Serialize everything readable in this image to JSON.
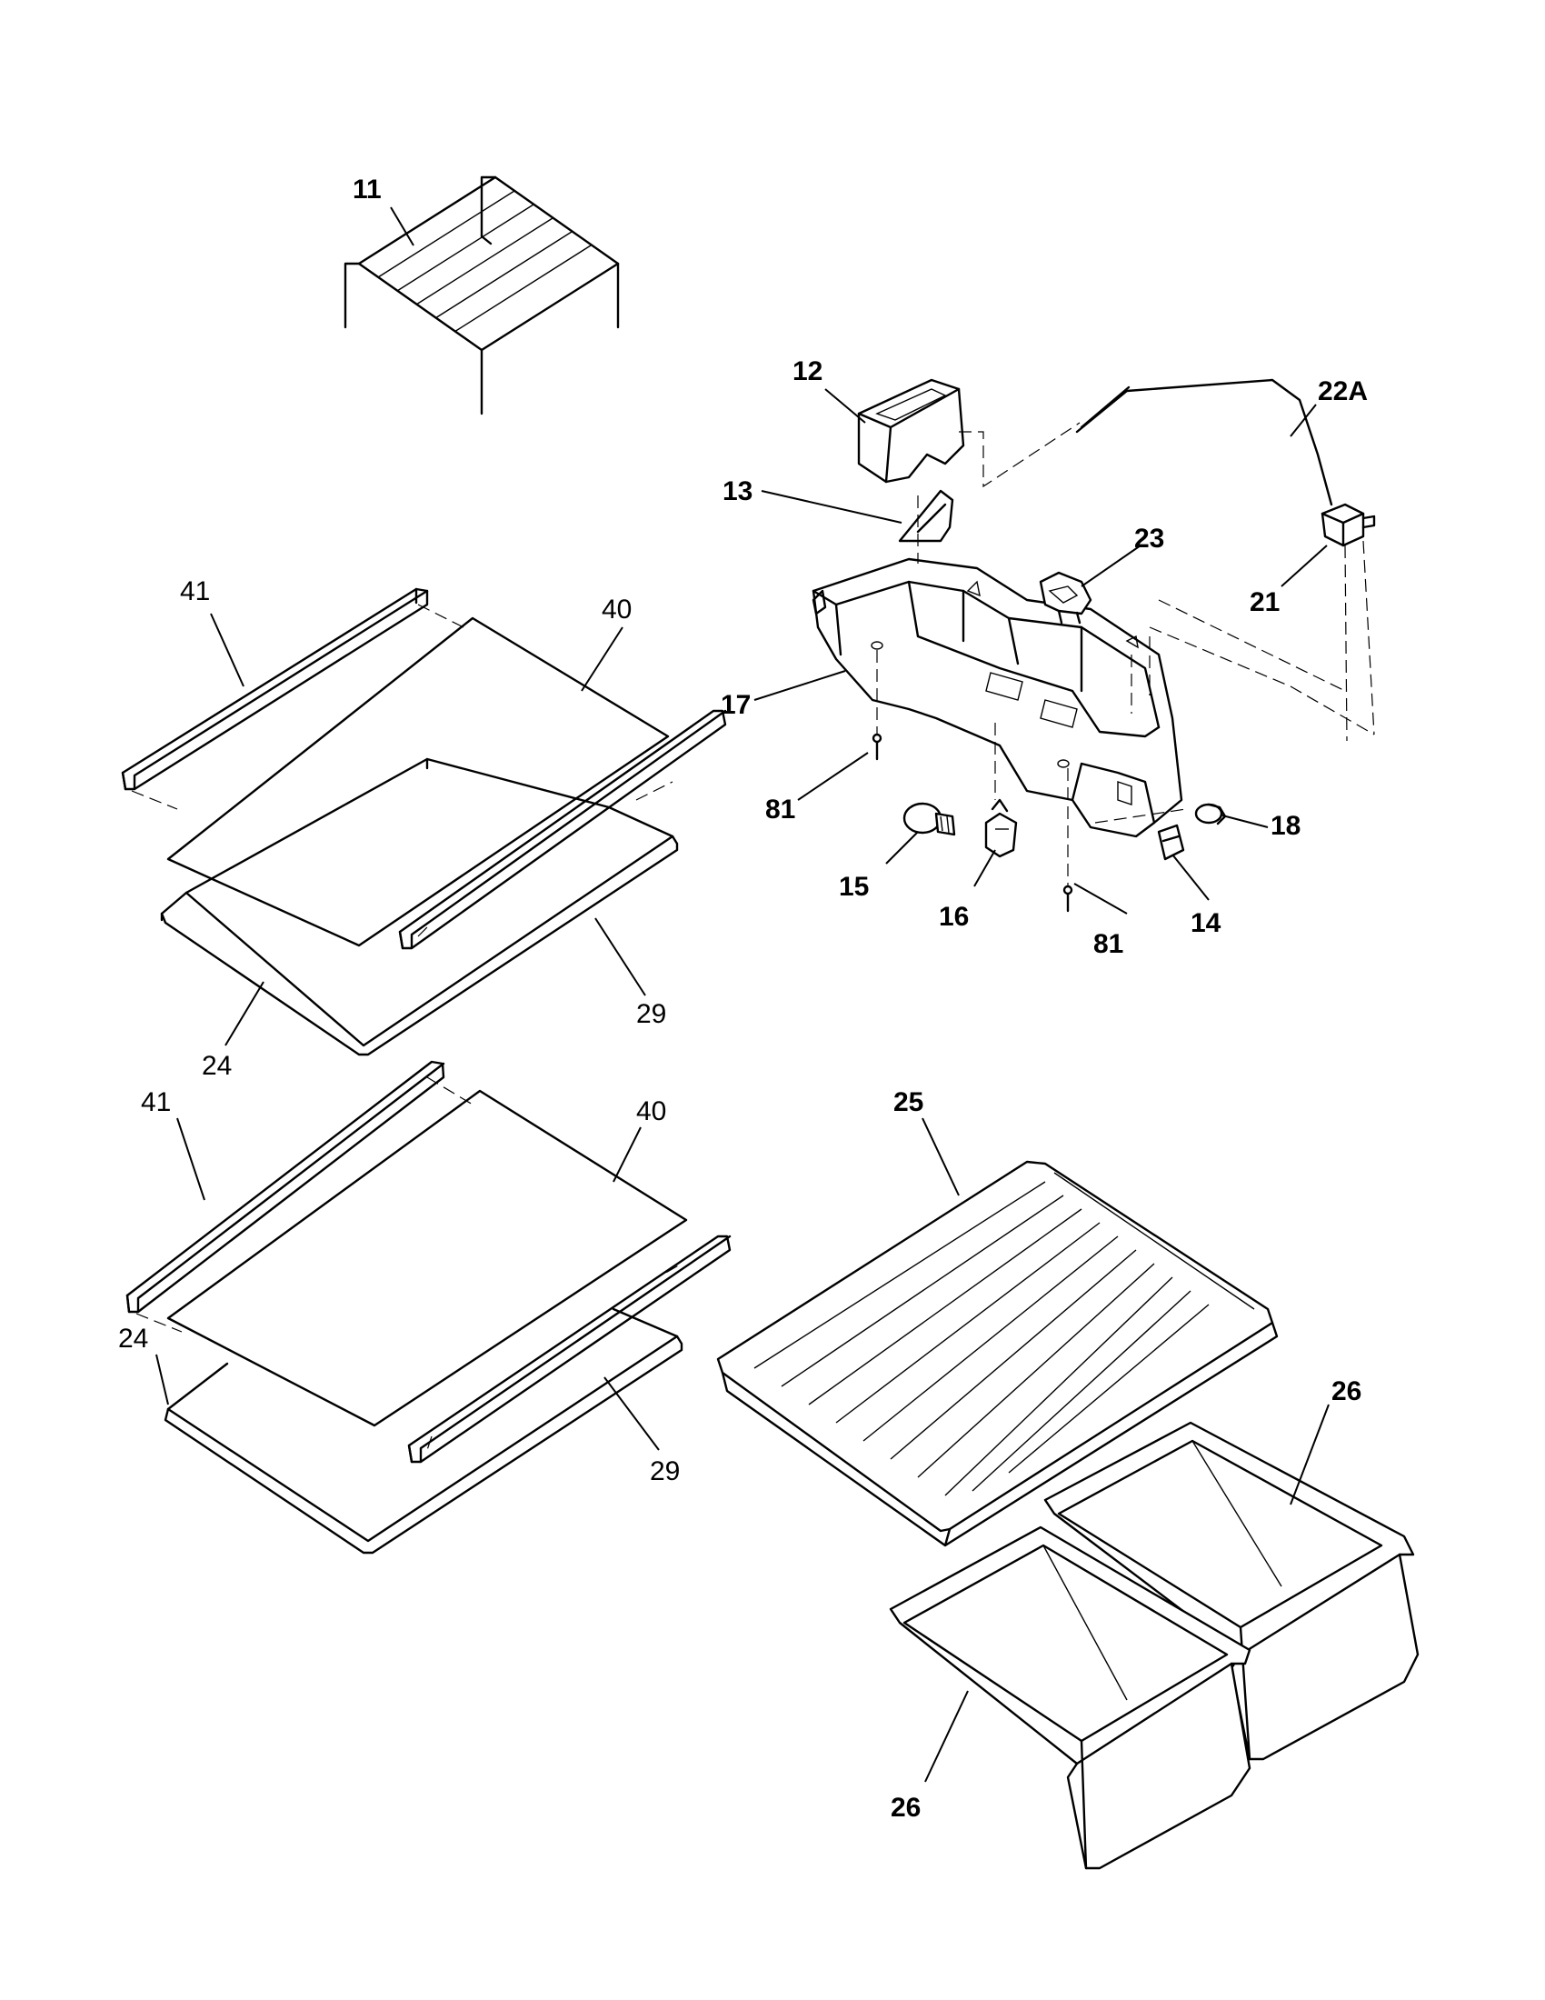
{
  "callouts": {
    "c11": "11",
    "c12": "12",
    "c13": "13",
    "c22a": "22A",
    "c23": "23",
    "c21": "21",
    "c17": "17",
    "c81a": "81",
    "c81b": "81",
    "c15": "15",
    "c16": "16",
    "c14": "14",
    "c18": "18",
    "c41a": "41",
    "c40a": "40",
    "c29a": "29",
    "c24a": "24",
    "c41b": "41",
    "c40b": "40",
    "c29b": "29",
    "c24b": "24",
    "c25": "25",
    "c26a": "26",
    "c26b": "26"
  }
}
